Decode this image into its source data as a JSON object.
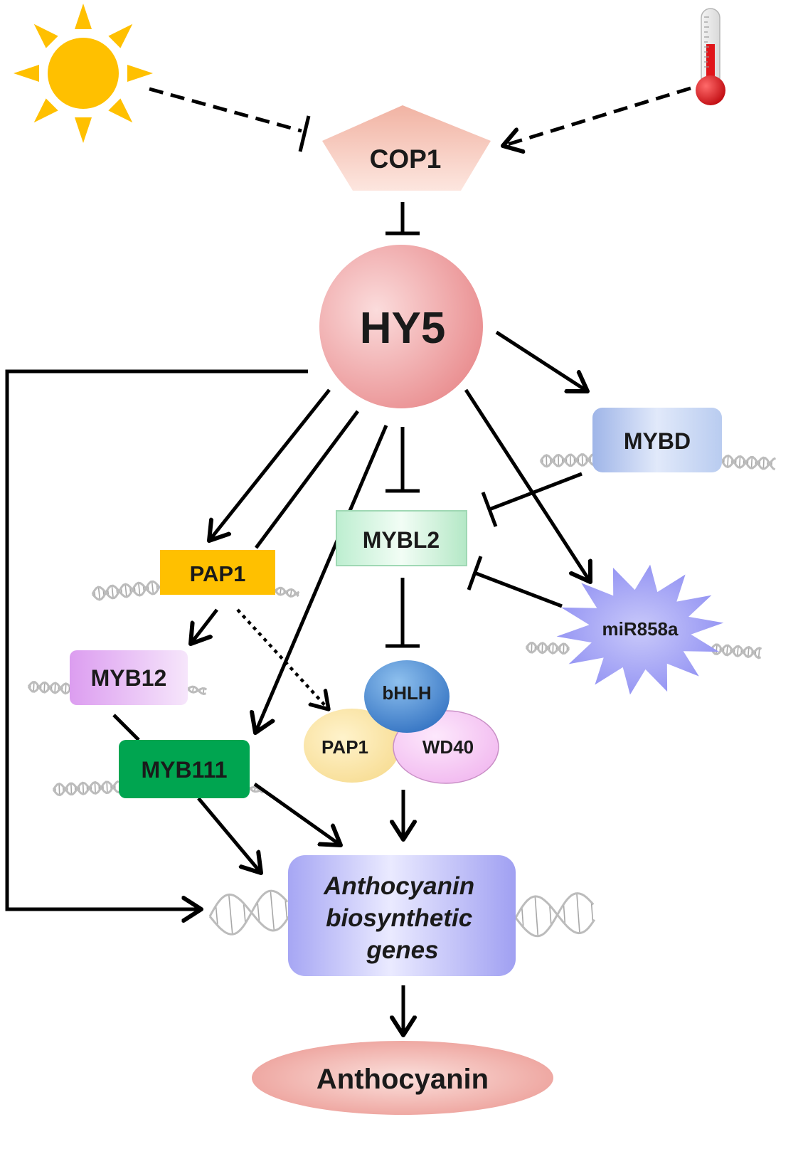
{
  "nodes": {
    "cop1": "COP1",
    "hy5": "HY5",
    "mybd": "MYBD",
    "mybl2": "MYBL2",
    "pap1": "PAP1",
    "mir858a": "miR858a",
    "myb12": "MYB12",
    "myb111": "MYB111",
    "bhlh": "bHLH",
    "complex_pap1": "PAP1",
    "wd40": "WD40",
    "genes": [
      "Anthocyanin",
      "biosynthetic",
      "genes"
    ],
    "anthocyanin": "Anthocyanin"
  },
  "icons": {
    "light": "sun-icon",
    "temperature": "thermometer-icon",
    "dna": "dna-helix-icon"
  },
  "colors": {
    "sun": "#FFC000",
    "thermometer": "#E0151A",
    "pap1": "#FFC000",
    "myb111": "#00A550",
    "edge": "#000000"
  },
  "edges": [
    {
      "from": "light",
      "to": "cop1",
      "type": "inhibits",
      "style": "dashed"
    },
    {
      "from": "temperature",
      "to": "cop1",
      "type": "activates",
      "style": "dashed"
    },
    {
      "from": "cop1",
      "to": "hy5",
      "type": "inhibits",
      "style": "solid"
    },
    {
      "from": "hy5",
      "to": "mybd",
      "type": "activates",
      "style": "solid"
    },
    {
      "from": "hy5",
      "to": "mir858a",
      "type": "activates",
      "style": "solid"
    },
    {
      "from": "hy5",
      "to": "mybl2",
      "type": "inhibits",
      "style": "solid"
    },
    {
      "from": "hy5",
      "to": "pap1",
      "type": "activates",
      "style": "solid"
    },
    {
      "from": "hy5",
      "to": "myb12",
      "type": "activates",
      "style": "solid"
    },
    {
      "from": "hy5",
      "to": "myb111",
      "type": "activates",
      "style": "solid"
    },
    {
      "from": "hy5",
      "to": "genes",
      "type": "activates",
      "style": "solid"
    },
    {
      "from": "mybd",
      "to": "mybl2",
      "type": "inhibits",
      "style": "solid"
    },
    {
      "from": "mir858a",
      "to": "mybl2",
      "type": "inhibits",
      "style": "solid"
    },
    {
      "from": "mybl2",
      "to": "complex",
      "type": "inhibits",
      "style": "solid"
    },
    {
      "from": "pap1",
      "to": "myb12",
      "type": "activates",
      "style": "solid"
    },
    {
      "from": "pap1",
      "to": "complex",
      "type": "activates",
      "style": "dotted"
    },
    {
      "from": "myb12",
      "to": "genes",
      "type": "activates",
      "style": "solid"
    },
    {
      "from": "myb111",
      "to": "genes",
      "type": "activates",
      "style": "solid"
    },
    {
      "from": "complex",
      "to": "genes",
      "type": "activates",
      "style": "solid"
    },
    {
      "from": "genes",
      "to": "anthocyanin",
      "type": "activates",
      "style": "solid"
    }
  ]
}
